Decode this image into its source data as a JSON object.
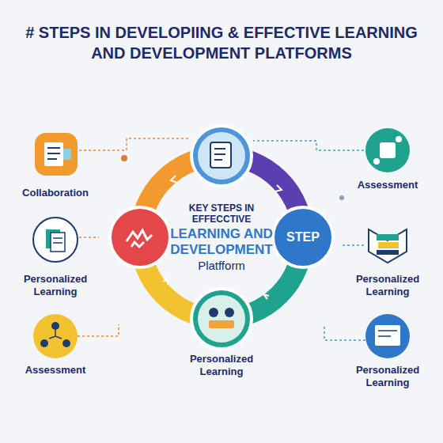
{
  "diagram": {
    "title": "# STEPS IN DEVELOPIING & EFFECTIVE LEARNING AND DEVELOPMENT PLATFORMS",
    "nodes": [
      {
        "text": [
          "KEY STEPS IN EFFECCTIVE",
          "LEARNING AND DEVELOPMENT",
          "Platfform"
        ]
      },
      {
        "text": [
          "STEP"
        ]
      },
      {
        "text": [
          "Personalized Learning"
        ]
      },
      {
        "text": [
          "Collaboration"
        ]
      },
      {
        "text": [
          "Personalized Learning"
        ]
      },
      {
        "text": [
          "Assessment"
        ]
      },
      {
        "text": [
          "Assessment"
        ]
      },
      {
        "text": [
          "Personalized Learning"
        ]
      },
      {
        "text": [
          "Personalized Learning"
        ]
      }
    ]
  }
}
